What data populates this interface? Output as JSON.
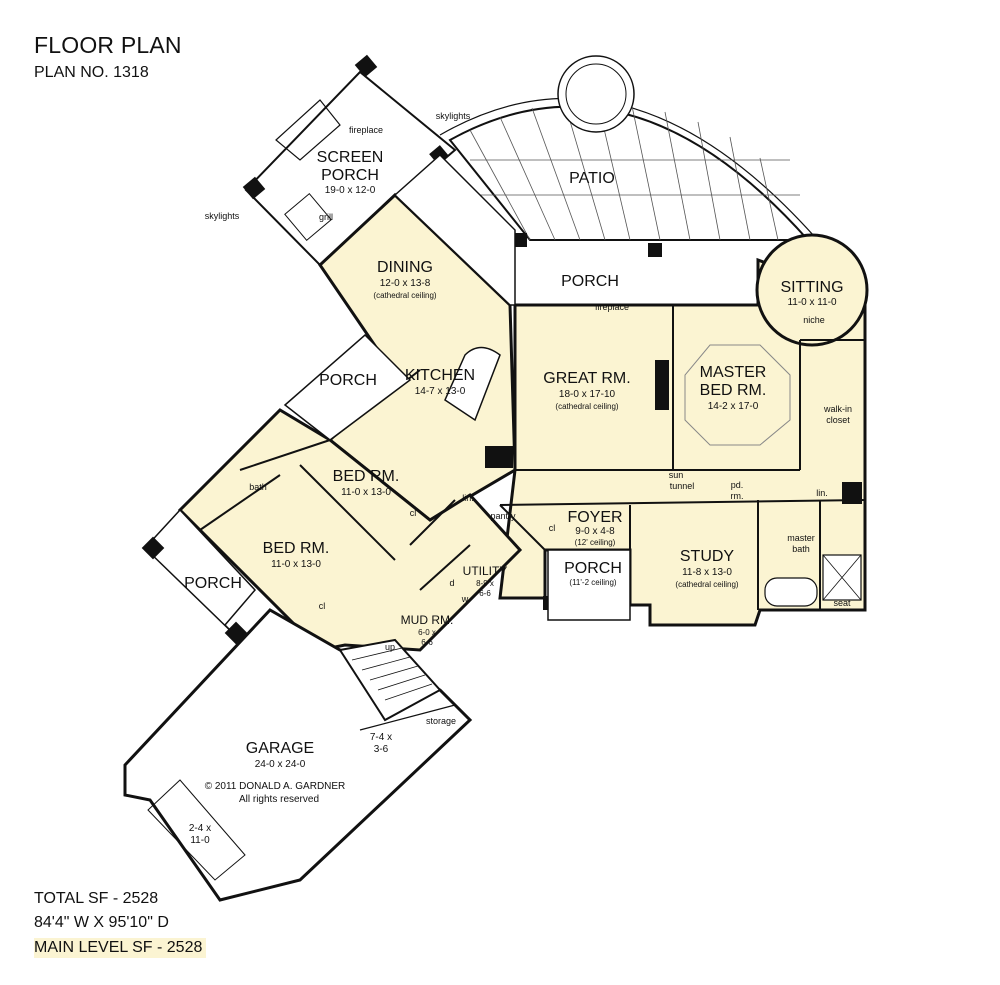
{
  "header": {
    "title": "FLOOR PLAN",
    "plan_no": "PLAN NO. 1318"
  },
  "footer": {
    "total_sf": "TOTAL SF - 2528",
    "dimensions": "84'4\" W X 95'10\" D",
    "main_level_sf": "MAIN LEVEL SF - 2528"
  },
  "colors": {
    "room_fill": "#fbf4d2",
    "wall": "#111111",
    "background": "#ffffff"
  },
  "rooms": {
    "screen_porch": {
      "name_1": "SCREEN",
      "name_2": "PORCH",
      "dims": "19-0 x 12-0"
    },
    "patio": {
      "name": "PATIO"
    },
    "porch_rear": {
      "name": "PORCH"
    },
    "sitting": {
      "name": "SITTING",
      "dims": "11-0 x 11-0"
    },
    "dining": {
      "name": "DINING",
      "dims": "12-0 x 13-8",
      "note": "(cathedral ceiling)"
    },
    "kitchen": {
      "name": "KITCHEN",
      "dims": "14-7 x 13-0"
    },
    "great_rm": {
      "name": "GREAT RM.",
      "dims": "18-0 x 17-10",
      "note": "(cathedral ceiling)"
    },
    "master_bed": {
      "name_1": "MASTER",
      "name_2": "BED RM.",
      "dims": "14-2 x 17-0"
    },
    "porch_side": {
      "name": "PORCH"
    },
    "bed_rm_1": {
      "name": "BED RM.",
      "dims": "11-0 x 13-0"
    },
    "bed_rm_2": {
      "name": "BED RM.",
      "dims": "11-0 x 13-0"
    },
    "porch_left": {
      "name": "PORCH"
    },
    "foyer": {
      "name": "FOYER",
      "dims": "9-0 x 4-8",
      "note": "(12' ceiling)"
    },
    "porch_front": {
      "name": "PORCH",
      "note": "(11'-2 ceiling)"
    },
    "study": {
      "name": "STUDY",
      "dims": "11-8 x 13-0",
      "note": "(cathedral ceiling)"
    },
    "utility": {
      "name": "UTILITY",
      "dims_1": "8-9 x",
      "dims_2": "6-6"
    },
    "mud_rm": {
      "name": "MUD RM.",
      "dims_1": "6-0 x",
      "dims_2": "6-6"
    },
    "garage": {
      "name": "GARAGE",
      "dims": "24-0 x 24-0"
    },
    "storage": {
      "dims_1": "7-4 x",
      "dims_2": "3-6",
      "label": "storage"
    },
    "garage_bay": {
      "dims_1": "2-4 x",
      "dims_2": "11-0"
    }
  },
  "notes": {
    "fireplace_porch": "fireplace",
    "skylights_top": "skylights",
    "skylights_left": "skylights",
    "grill": "grill",
    "fireplace_great": "fireplace",
    "niche": "niche",
    "walk_in_1": "walk-in",
    "walk_in_2": "closet",
    "sun_1": "sun",
    "sun_2": "tunnel",
    "pd_1": "pd.",
    "pd_2": "rm.",
    "lin_master": "lin.",
    "master_bath_1": "master",
    "master_bath_2": "bath",
    "seat": "seat",
    "bath": "bath",
    "lin_hall": "lin.",
    "pantry": "pantry",
    "cl_foyer": "cl",
    "cl_bed1": "cl",
    "cl_bed2": "cl",
    "d": "d",
    "w": "w",
    "up": "up",
    "copyright": "© 2011 DONALD A. GARDNER",
    "rights": "All rights reserved"
  }
}
